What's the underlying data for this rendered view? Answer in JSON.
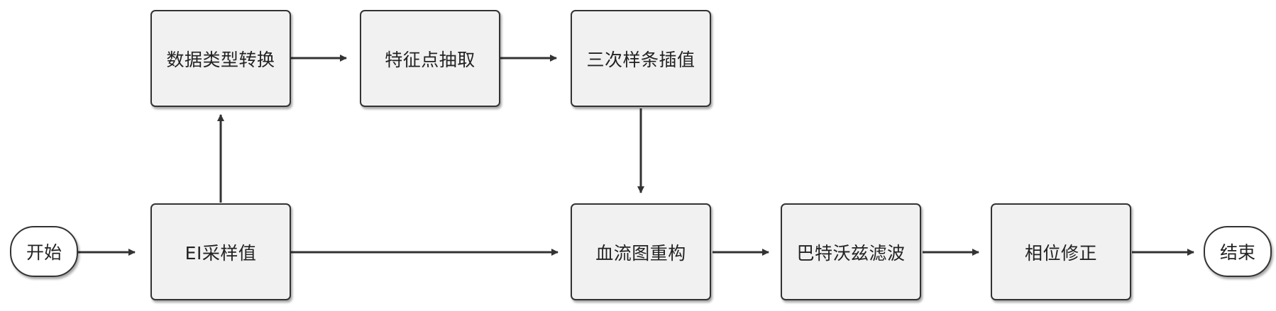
{
  "nodes": {
    "start": "开始",
    "ei_sampling": "EI采样值",
    "data_type_conversion": "数据类型转换",
    "feature_point_extraction": "特征点抽取",
    "cubic_spline_interpolation": "三次样条插值",
    "blood_flow_reconstruction": "血流图重构",
    "butterworth_filter": "巴特沃兹滤波",
    "phase_correction": "相位修正",
    "end": "结束"
  },
  "colors": {
    "box_fill": "#f1f1f1",
    "border": "#333333",
    "text": "#222222"
  }
}
